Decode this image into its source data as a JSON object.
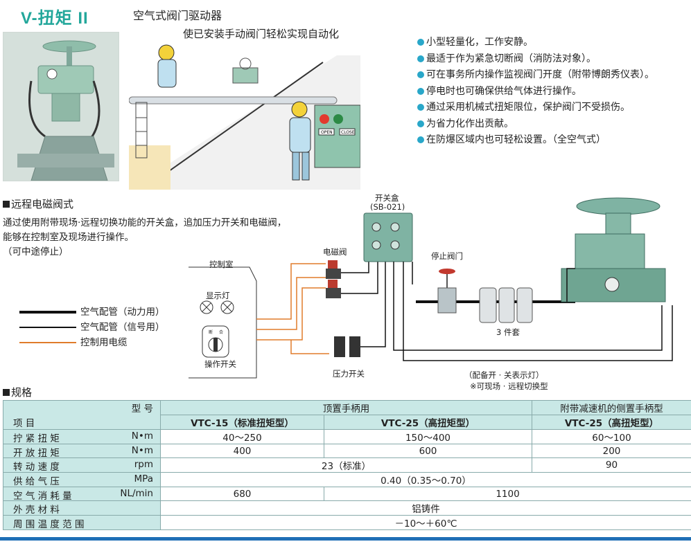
{
  "header": {
    "brand": "V-扭矩 II",
    "title": "空气式阀门驱动器",
    "subtitle": "使已安装手动阀门轻松实现自动化"
  },
  "features": [
    "小型轻量化，工作安静。",
    "最适于作为紧急切断阀（消防法对象）。",
    "可在事务所内操作监视阀门开度（附带博朗秀仪表）。",
    "停电时也可确保供给气体进行操作。",
    "通过采用机械式扭矩限位，保护阀门不受损伤。",
    "为省力化作出贡献。",
    "在防爆区域内也可轻松设置。（全空气式）"
  ],
  "illustration": {
    "open_label": "OPEN",
    "close_label": "CLOSE"
  },
  "remote": {
    "heading": "远程电磁阀式",
    "desc": [
      "通过使用附带现场·远程切换功能的开关盒，追加压力开关和电磁阀，",
      "能够在控制室及现场进行操作。",
      "（可中途停止）"
    ]
  },
  "legend": [
    {
      "label": "空气配管（动力用）",
      "color": "#111111",
      "style": "thick"
    },
    {
      "label": "空气配管（信号用）",
      "color": "#111111",
      "style": "thin"
    },
    {
      "label": "控制用电缆",
      "color": "#e07b2a",
      "style": "thin"
    }
  ],
  "diagram": {
    "control_room": "控制室",
    "indicator_lamp": "显示灯",
    "op_switch": "操作开关",
    "switch_top": "开关盒",
    "switch_model": "(SB-021)",
    "solenoid": "电磁阀",
    "pressure_switch": "压力开关",
    "stop_valve": "停止阀门",
    "three_set": "3 件套",
    "note1": "（配备开 · 关表示灯）",
    "note2": "※可现场 · 远程切换型",
    "sw_a": "断",
    "sw_b": "合"
  },
  "spec": {
    "heading": "规格",
    "model_label": "型 号",
    "item_label": "项 目",
    "groups": [
      "顶置手柄用",
      "附带减速机的侧置手柄型"
    ],
    "models": [
      "VTC-15（标准扭矩型）",
      "VTC-25（高扭矩型）",
      "VTC-25（高扭矩型）"
    ],
    "rows": [
      {
        "name": "拧 紧 扭 矩",
        "unit": "N•m",
        "cells": [
          "40～250",
          "150～400",
          "60～100"
        ]
      },
      {
        "name": "开 放 扭 矩",
        "unit": "N•m",
        "cells": [
          "400",
          "600",
          "200"
        ]
      },
      {
        "name": "转 动 速 度",
        "unit": "rpm",
        "cells": [
          "23（标准）",
          "90"
        ]
      },
      {
        "name": "供 给 气 压",
        "unit": "MPa",
        "cells": [
          "0.40（0.35～0.70）"
        ]
      },
      {
        "name": "空 气 消 耗 量",
        "unit": "NL/min",
        "cells": [
          "680",
          "1100"
        ]
      },
      {
        "name": "外 壳 材 料",
        "unit": "",
        "cells": [
          "铝铸件"
        ]
      },
      {
        "name": "周 围 温 度 范 围",
        "unit": "",
        "cells": [
          "－10～＋60℃"
        ]
      }
    ]
  },
  "colors": {
    "brand": "#23a79b",
    "bullet": "#29a7c9",
    "table_header": "#c9e8e6",
    "cable": "#e07b2a",
    "footer_bar": "#1f6fb6",
    "equipment": "#7fb3a3"
  }
}
